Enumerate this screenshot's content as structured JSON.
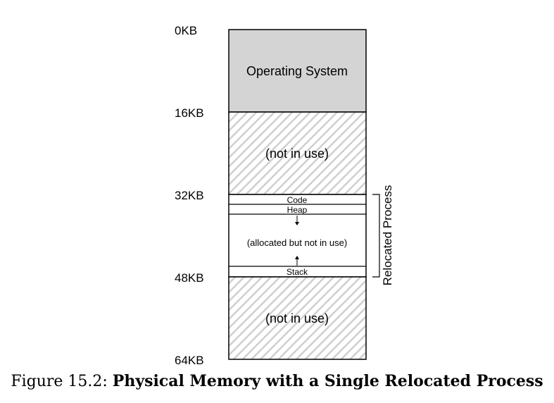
{
  "addresses": [
    "0KB",
    "16KB",
    "32KB",
    "48KB",
    "64KB"
  ],
  "regions": {
    "os": "Operating System",
    "unused_top": "(not in use)",
    "code": "Code",
    "heap": "Heap",
    "free": "(allocated but not in use)",
    "stack": "Stack",
    "unused_bottom": "(not in use)"
  },
  "bracket_label": "Relocated Process",
  "caption": {
    "prefix": "Figure 15.2:",
    "title": "Physical Memory with a Single Relocated Process"
  },
  "colors": {
    "os_fill": "#d4d4d4",
    "hatch": "#cfcfcf",
    "stroke": "#000000"
  }
}
